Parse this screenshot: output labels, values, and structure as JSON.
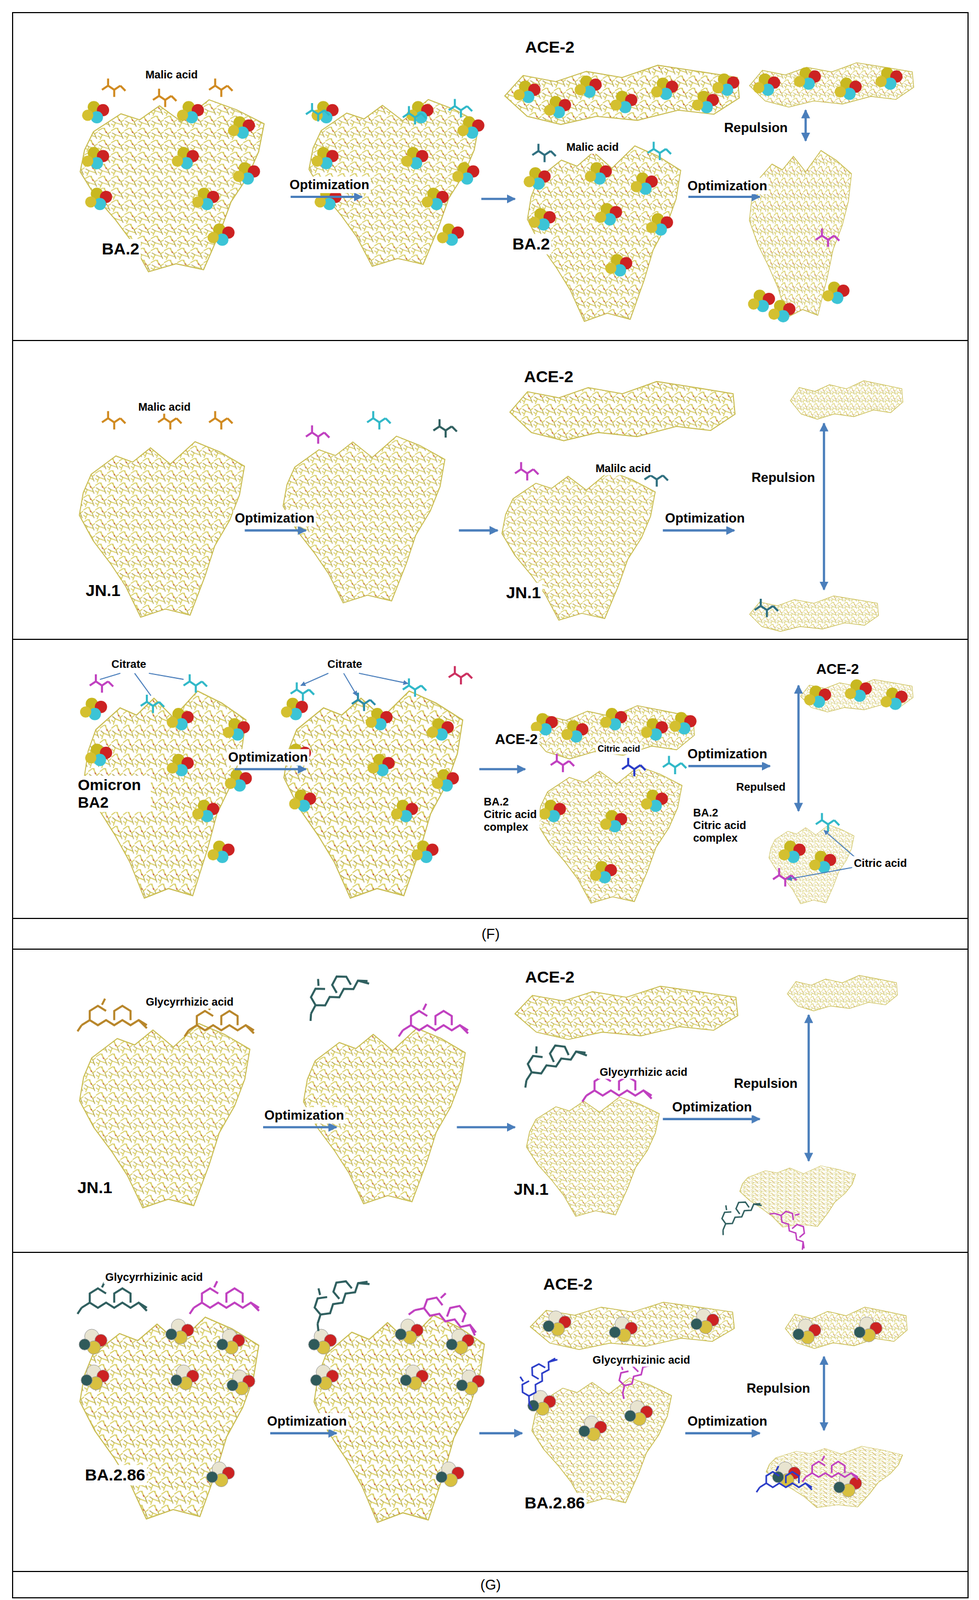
{
  "diagram": {
    "nodes": [
      {
        "text": [
          "Malic acid",
          "Optimization",
          "BA.2",
          "ACE-2",
          "Malic acid",
          "Optimization",
          "Repulsion",
          "BA.2"
        ]
      },
      {
        "text": [
          "Malic acid",
          "ACE-2",
          "Optimization",
          "JN.1",
          "Malilc acid",
          "Optimization",
          "Repulsion",
          "JN.1"
        ]
      },
      {
        "text": [
          "Citrate",
          "Citrate",
          "ACE-2",
          "ACE-2",
          "Optimization",
          "Omicron BA2",
          "Citric acid",
          "Optimization",
          "Repulsed",
          "BA.2 Citric acid complex",
          "BA.2 Citric acid complex",
          "Citric acid"
        ]
      },
      {
        "text": [
          "(F)"
        ]
      },
      {
        "text": [
          "Glycyrrhizic acid",
          "ACE-2",
          "Optimization",
          "JN.1",
          "Glycyrrhizic acid",
          "Optimization",
          "Repulsion",
          "JN.1"
        ]
      },
      {
        "text": [
          "Glycyrrhizinic acid",
          "ACE-2",
          "Optimization",
          "BA.2.86",
          "Glycyrrhizinic acid",
          "Optimization",
          "Repulsion",
          "BA.2.86"
        ]
      },
      {
        "text": [
          "(G)"
        ]
      }
    ]
  }
}
